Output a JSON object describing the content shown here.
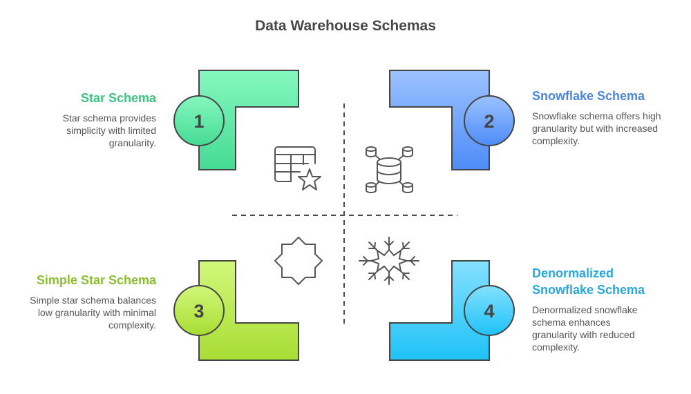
{
  "title": "Data Warehouse Schemas",
  "quadrants": [
    {
      "number": "1",
      "heading": "Star Schema",
      "description": "Star schema provides simplicity with limited granularity.",
      "color": "#3DC47E",
      "fill_top": "#86F7C0",
      "fill_bottom": "#45DB93",
      "icon": "table-star-icon"
    },
    {
      "number": "2",
      "heading": "Snowflake Schema",
      "description": "Snowflake schema offers high granularity but with increased complexity.",
      "color": "#4A86E0",
      "fill_top": "#9CC2FF",
      "fill_bottom": "#4D8CF7",
      "icon": "database-network-icon"
    },
    {
      "number": "3",
      "heading": "Simple Star Schema",
      "description": "Simple star schema balances low granularity with minimal complexity.",
      "color": "#8BBF2E",
      "fill_top": "#D2F77A",
      "fill_bottom": "#A7DD34",
      "icon": "octagram-icon"
    },
    {
      "number": "4",
      "heading": "Denormalized Snowflake Schema",
      "description": "Denormalized snowflake schema enhances granularity with reduced complexity.",
      "color": "#29A8DB",
      "fill_top": "#85E0FF",
      "fill_bottom": "#1EC2F7",
      "icon": "snowflake-icon"
    }
  ]
}
